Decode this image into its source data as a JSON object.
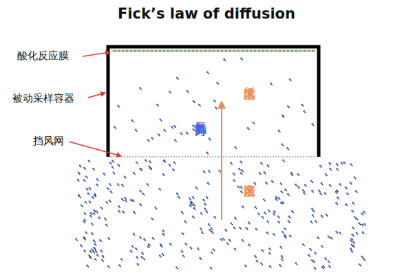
{
  "diagram": {
    "title": "Fick’s law of diffusion",
    "labels": [
      "酸化反应膜",
      "被动采样容器",
      "挡风网",
      "氨气扩散方向",
      "低浓度区",
      "高浓度区"
    ]
  }
}
